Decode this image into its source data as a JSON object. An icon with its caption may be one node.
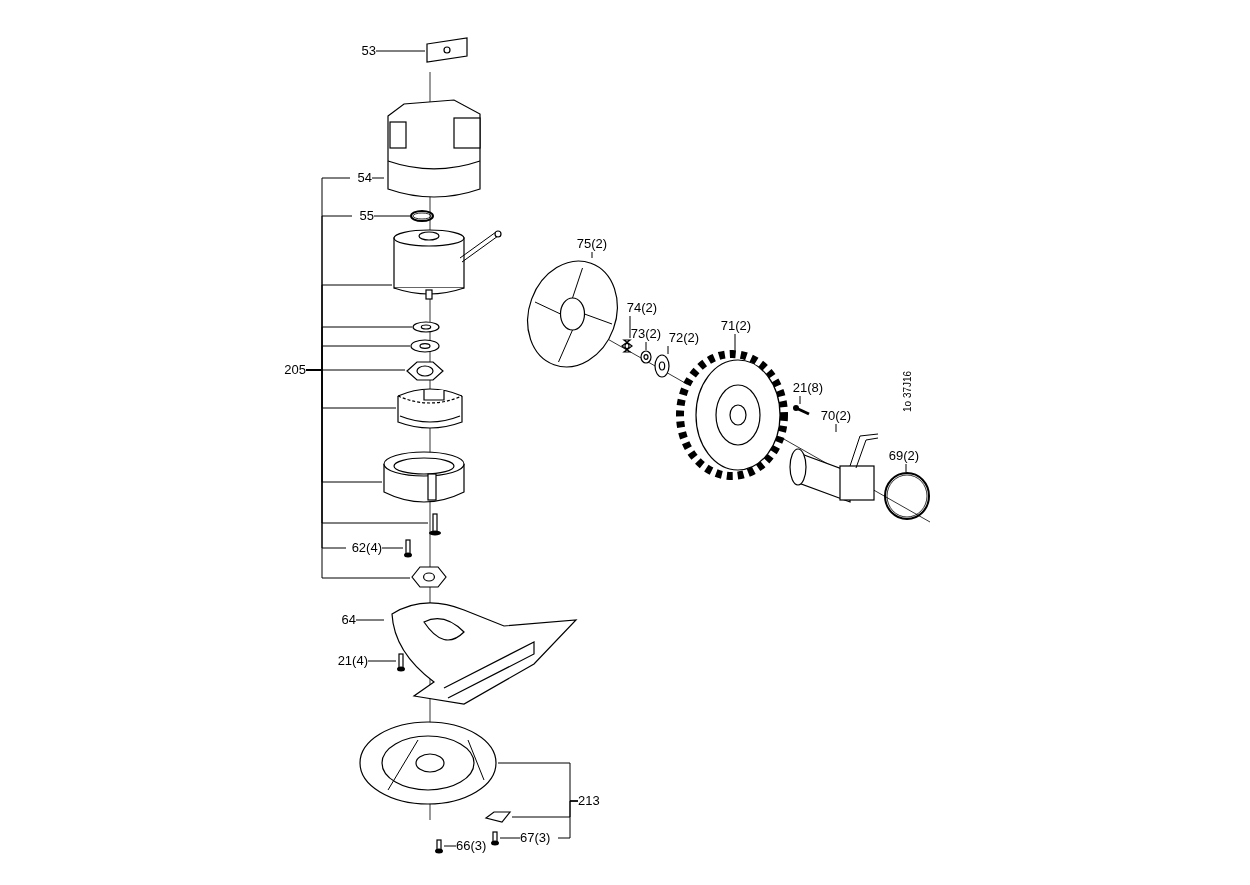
{
  "diagram": {
    "nodes": [
      {
        "text": [
          "53"
        ]
      },
      {
        "text": [],
        "shape": "picture"
      },
      {
        "text": [
          "54"
        ]
      },
      {
        "text": [],
        "shape": "picture"
      },
      {
        "text": [
          "55"
        ]
      },
      {
        "text": [],
        "shape": "circle"
      },
      {
        "text": [],
        "shape": "picture"
      },
      {
        "text": [],
        "shape": "picture"
      },
      {
        "text": [],
        "shape": "picture"
      },
      {
        "text": [],
        "shape": "picture"
      },
      {
        "text": [],
        "shape": "picture"
      },
      {
        "text": [],
        "shape": "picture"
      },
      {
        "text": [],
        "shape": "picture"
      },
      {
        "text": [
          "62(4)"
        ]
      },
      {
        "text": [],
        "shape": "picture"
      },
      {
        "text": [],
        "shape": "picture"
      },
      {
        "text": [
          "205"
        ]
      },
      {
        "text": [
          "64"
        ]
      },
      {
        "text": [],
        "shape": "picture"
      },
      {
        "text": [
          "21(4)"
        ]
      },
      {
        "text": [],
        "shape": "picture"
      },
      {
        "text": [],
        "shape": "picture"
      },
      {
        "text": [],
        "shape": "picture"
      },
      {
        "text": [],
        "shape": "picture"
      },
      {
        "text": [],
        "shape": "picture"
      },
      {
        "text": [
          "66(3)"
        ]
      },
      {
        "text": [
          "67(3)"
        ]
      },
      {
        "text": [
          "213"
        ]
      },
      {
        "text": [
          "75(2)"
        ]
      },
      {
        "text": [],
        "shape": "picture"
      },
      {
        "text": [
          "74(2)"
        ]
      },
      {
        "text": [],
        "shape": "picture"
      },
      {
        "text": [
          "73(2)"
        ]
      },
      {
        "text": [],
        "shape": "picture"
      },
      {
        "text": [
          "72(2)"
        ]
      },
      {
        "text": [],
        "shape": "picture"
      },
      {
        "text": [
          "71(2)"
        ]
      },
      {
        "text": [],
        "shape": "picture"
      },
      {
        "text": [
          "21(8)"
        ]
      },
      {
        "text": [],
        "shape": "picture"
      },
      {
        "text": [
          "70(2)"
        ]
      },
      {
        "text": [],
        "shape": "picture"
      },
      {
        "text": [
          "69(2)"
        ]
      },
      {
        "text": [],
        "shape": "circle"
      }
    ],
    "edges": [
      {
        "from": 0,
        "to": 1,
        "arrow": "none"
      },
      {
        "from": 2,
        "to": 3,
        "arrow": "none"
      },
      {
        "from": 4,
        "to": 5,
        "arrow": "none"
      },
      {
        "from": 13,
        "to": 14,
        "arrow": "none"
      },
      {
        "from": 16,
        "to": 2,
        "arrow": "none"
      },
      {
        "from": 16,
        "to": 4,
        "arrow": "none"
      },
      {
        "from": 16,
        "to": 6,
        "arrow": "none"
      },
      {
        "from": 16,
        "to": 7,
        "arrow": "none"
      },
      {
        "from": 16,
        "to": 8,
        "arrow": "none"
      },
      {
        "from": 16,
        "to": 9,
        "arrow": "none"
      },
      {
        "from": 16,
        "to": 10,
        "arrow": "none"
      },
      {
        "from": 16,
        "to": 11,
        "arrow": "none"
      },
      {
        "from": 16,
        "to": 12,
        "arrow": "none"
      },
      {
        "from": 16,
        "to": 13,
        "arrow": "none"
      },
      {
        "from": 16,
        "to": 15,
        "arrow": "none"
      },
      {
        "from": 17,
        "to": 18,
        "arrow": "none"
      },
      {
        "from": 19,
        "to": 20,
        "arrow": "none"
      },
      {
        "from": 27,
        "to": 21,
        "arrow": "none"
      },
      {
        "from": 27,
        "to": 22,
        "arrow": "none"
      },
      {
        "from": 27,
        "to": 26,
        "arrow": "none"
      },
      {
        "from": 26,
        "to": 23,
        "arrow": "none"
      },
      {
        "from": 25,
        "to": 24,
        "arrow": "none"
      },
      {
        "from": 28,
        "to": 29,
        "arrow": "none"
      },
      {
        "from": 30,
        "to": 31,
        "arrow": "none"
      },
      {
        "from": 32,
        "to": 33,
        "arrow": "none"
      },
      {
        "from": 34,
        "to": 35,
        "arrow": "none"
      },
      {
        "from": 36,
        "to": 37,
        "arrow": "none"
      },
      {
        "from": 38,
        "to": 39,
        "arrow": "none"
      },
      {
        "from": 40,
        "to": 41,
        "arrow": "none"
      },
      {
        "from": 42,
        "to": 43,
        "arrow": "none"
      }
    ],
    "labels": [
      "1o 37J16"
    ]
  }
}
